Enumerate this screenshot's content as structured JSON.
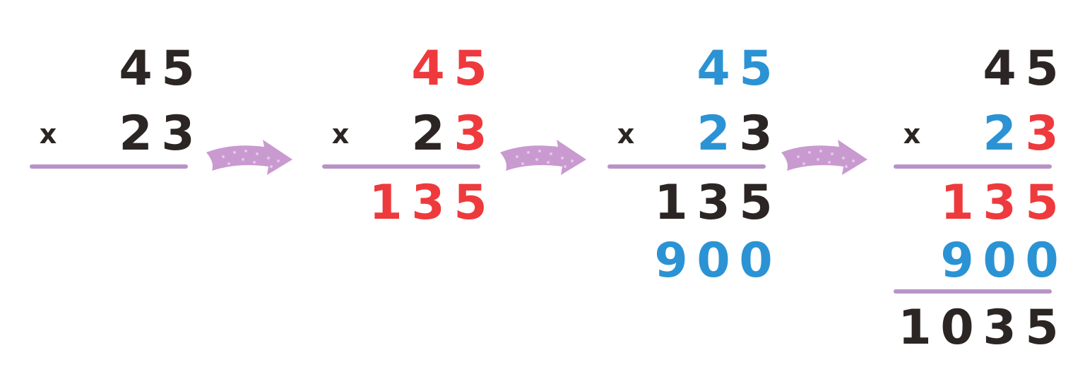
{
  "colors": {
    "black": "#2b2524",
    "red": "#ee3a3d",
    "blue": "#2b93d4",
    "line": "#b893c8",
    "arrow": "#c99ad0",
    "arrow_dot": "#e3c8e8"
  },
  "operator": "x",
  "arrow_icon": "right-arrow-icon",
  "steps": [
    {
      "multiplicand": {
        "digits": [
          "4",
          "5"
        ],
        "colors": [
          "black",
          "black"
        ]
      },
      "multiplier": {
        "digits": [
          "2",
          "3"
        ],
        "colors": [
          "black",
          "black"
        ]
      },
      "partial_products": [],
      "final_product": null
    },
    {
      "multiplicand": {
        "digits": [
          "4",
          "5"
        ],
        "colors": [
          "red",
          "red"
        ]
      },
      "multiplier": {
        "digits": [
          "2",
          "3"
        ],
        "colors": [
          "black",
          "red"
        ]
      },
      "partial_products": [
        {
          "digits": [
            "1",
            "3",
            "5"
          ],
          "colors": [
            "red",
            "red",
            "red"
          ]
        }
      ],
      "final_product": null
    },
    {
      "multiplicand": {
        "digits": [
          "4",
          "5"
        ],
        "colors": [
          "blue",
          "blue"
        ]
      },
      "multiplier": {
        "digits": [
          "2",
          "3"
        ],
        "colors": [
          "blue",
          "black"
        ]
      },
      "partial_products": [
        {
          "digits": [
            "1",
            "3",
            "5"
          ],
          "colors": [
            "black",
            "black",
            "black"
          ]
        },
        {
          "digits": [
            "9",
            "0",
            "0"
          ],
          "colors": [
            "blue",
            "blue",
            "blue"
          ]
        }
      ],
      "final_product": null
    },
    {
      "multiplicand": {
        "digits": [
          "4",
          "5"
        ],
        "colors": [
          "black",
          "black"
        ]
      },
      "multiplier": {
        "digits": [
          "2",
          "3"
        ],
        "colors": [
          "blue",
          "red"
        ]
      },
      "partial_products": [
        {
          "digits": [
            "1",
            "3",
            "5"
          ],
          "colors": [
            "red",
            "red",
            "red"
          ]
        },
        {
          "digits": [
            "9",
            "0",
            "0"
          ],
          "colors": [
            "blue",
            "blue",
            "blue"
          ]
        }
      ],
      "final_product": {
        "digits": [
          "1",
          "0",
          "3",
          "5"
        ],
        "colors": [
          "black",
          "black",
          "black",
          "black"
        ]
      }
    }
  ]
}
